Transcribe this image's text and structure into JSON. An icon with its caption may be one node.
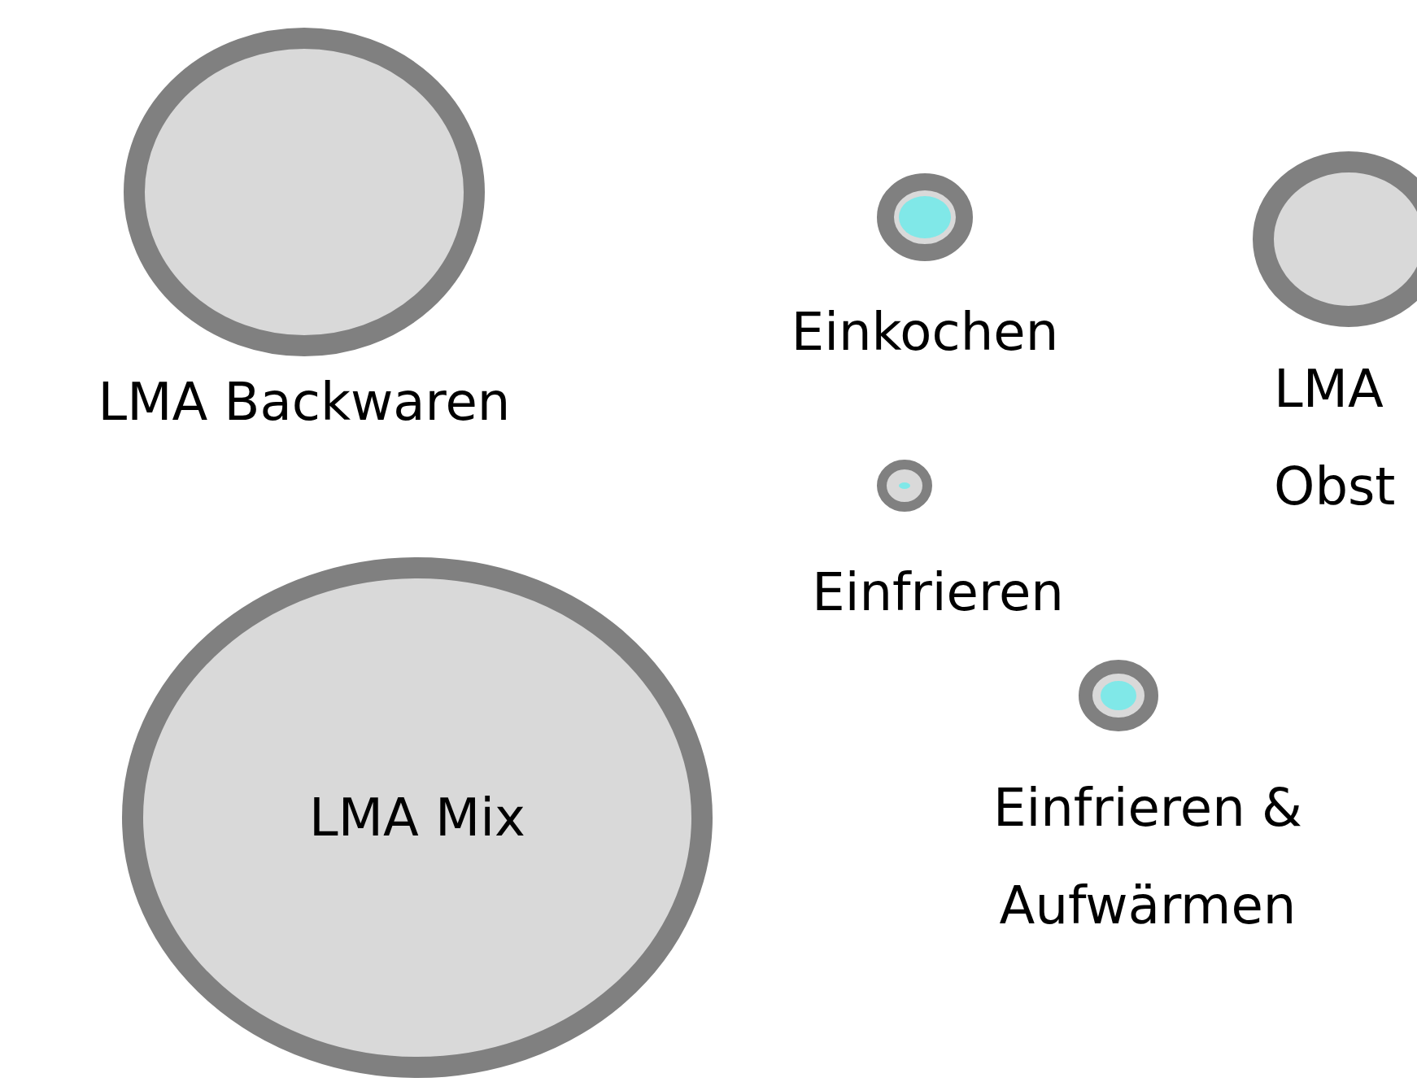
{
  "diagram": {
    "nodes": [
      {
        "text": [
          "LMA Backwaren"
        ]
      },
      {
        "text": [
          "Einkochen"
        ]
      },
      {
        "text": [
          "LMA Obst"
        ]
      },
      {
        "text": [
          "Einfrieren"
        ]
      },
      {
        "text": [
          "Einfrieren & Aufwärmen"
        ]
      },
      {
        "text": [
          "LMA Mix"
        ]
      }
    ]
  }
}
